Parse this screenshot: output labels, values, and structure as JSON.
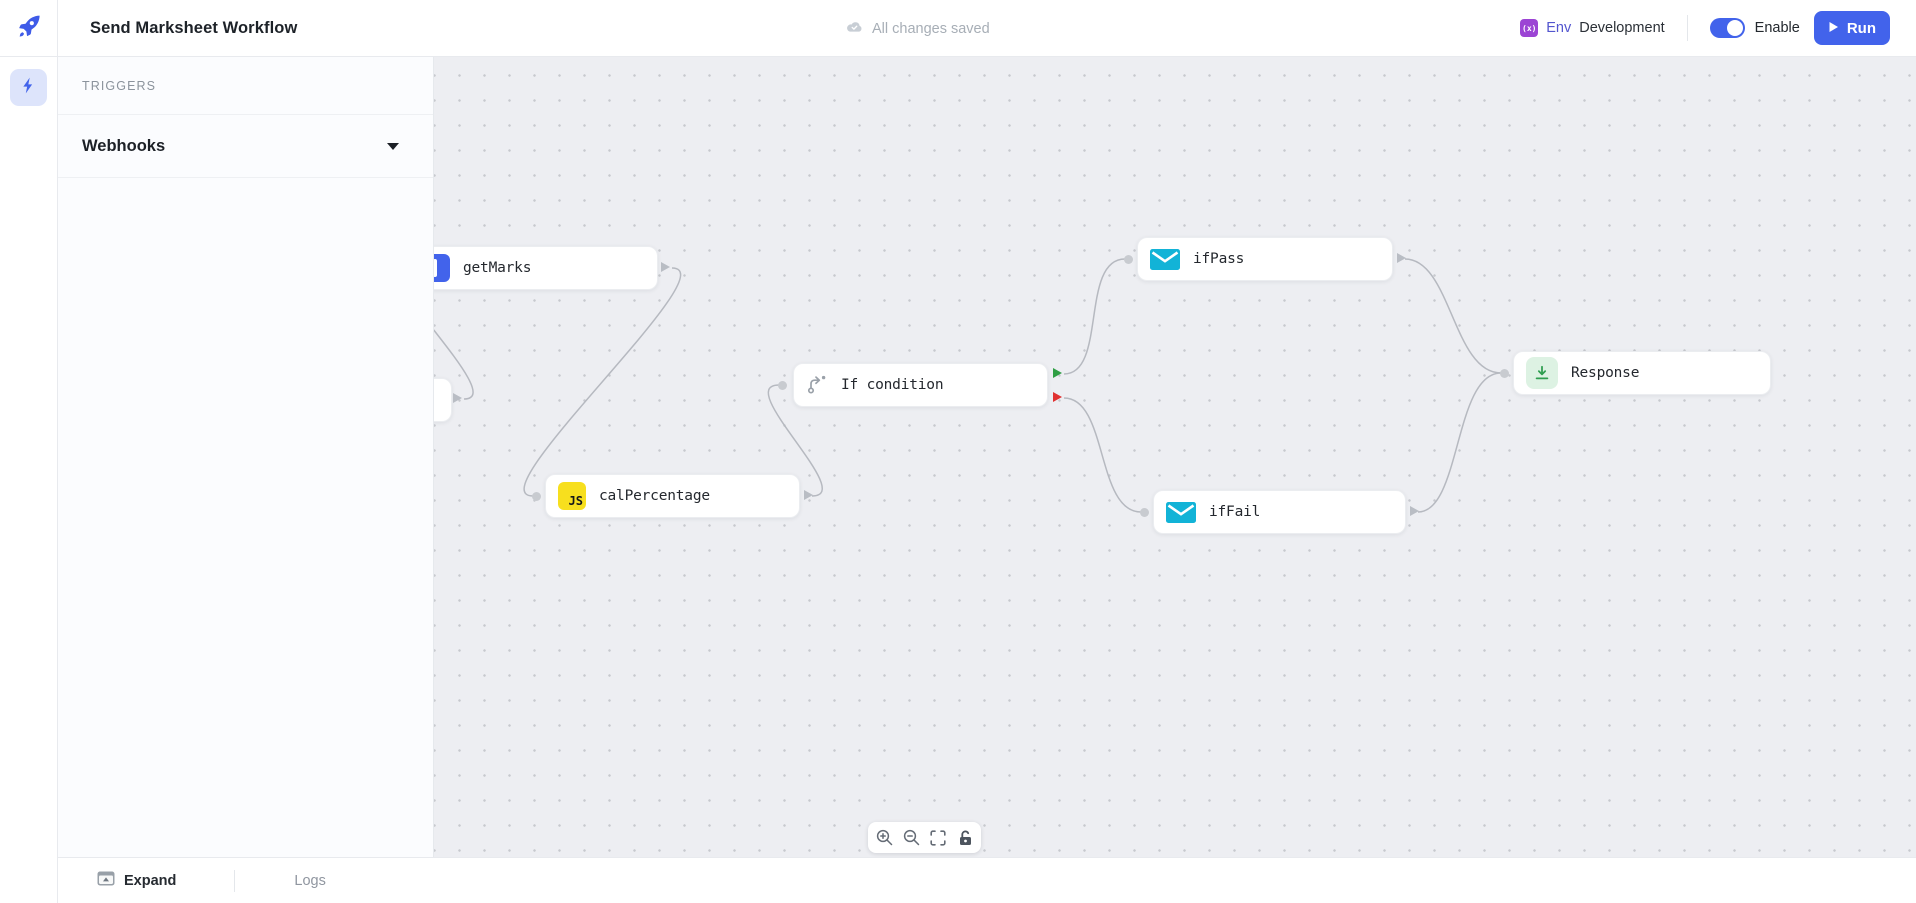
{
  "app": {
    "title": "Send Marksheet Workflow"
  },
  "topbar": {
    "save_status": "All changes saved",
    "env_badge": "(x)",
    "env_label": "Env",
    "env_value": "Development",
    "enable_label": "Enable",
    "enable_state": "on",
    "run_label": "Run"
  },
  "sidebar": {
    "header": "TRIGGERS",
    "webhooks_label": "Webhooks"
  },
  "canvas": {
    "nodes": [
      {
        "id": "webhook-trigger",
        "label": "",
        "icon": "none"
      },
      {
        "id": "getMarks",
        "label": "getMarks",
        "icon": "blue-app-icon"
      },
      {
        "id": "calPercentage",
        "label": "calPercentage",
        "icon": "javascript-icon"
      },
      {
        "id": "if-condition",
        "label": "If condition",
        "icon": "branch-icon"
      },
      {
        "id": "ifPass",
        "label": "ifPass",
        "icon": "mail-icon"
      },
      {
        "id": "ifFail",
        "label": "ifFail",
        "icon": "mail-icon"
      },
      {
        "id": "response",
        "label": "Response",
        "icon": "respond-icon"
      }
    ],
    "edges": [
      {
        "from": "webhook-trigger",
        "to": "getMarks"
      },
      {
        "from": "getMarks",
        "to": "calPercentage"
      },
      {
        "from": "calPercentage",
        "to": "if-condition"
      },
      {
        "from": "if-condition",
        "branch": "true",
        "to": "ifPass"
      },
      {
        "from": "if-condition",
        "branch": "false",
        "to": "ifFail"
      },
      {
        "from": "ifPass",
        "to": "response"
      },
      {
        "from": "ifFail",
        "to": "response"
      }
    ],
    "colors": {
      "accent": "#4263eb",
      "edge": "#b6b9c0",
      "port_default": "#b9bdc4",
      "port_true": "#2f9e44",
      "port_false": "#e03131",
      "js_icon": "#f7df1e",
      "mail_icon": "#12b3d7",
      "respond_icon_bg": "#ddf2e3",
      "respond_icon": "#2e9e4f"
    }
  },
  "zoom_toolbar": {
    "items": [
      "zoom-in",
      "zoom-out",
      "fit-view",
      "lock"
    ]
  },
  "bottombar": {
    "expand_label": "Expand",
    "logs_label": "Logs"
  }
}
